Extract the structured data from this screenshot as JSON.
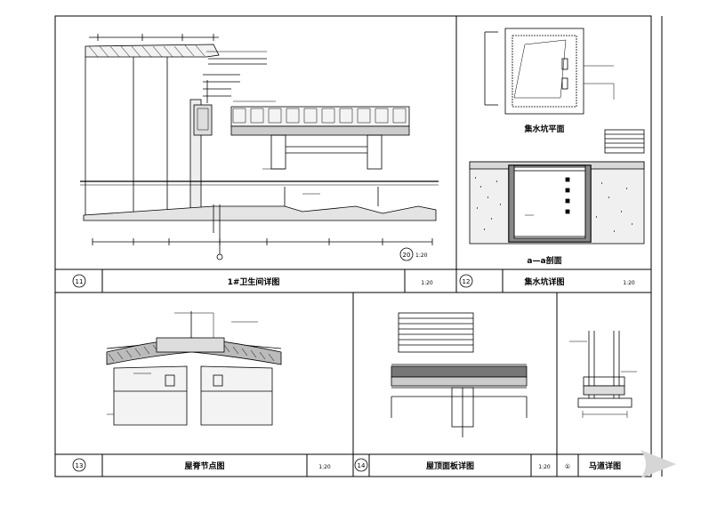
{
  "sheet": {
    "panels": [
      {
        "number": "11",
        "title": "1#卫生间详图",
        "scale": "1:20"
      },
      {
        "number": "12",
        "title": "集水坑详图",
        "scale": "1:20"
      },
      {
        "number": "13",
        "title": "屋脊节点图",
        "scale": "1:20"
      },
      {
        "number": "14",
        "title": "屋顶面板详图",
        "scale": "1:20"
      },
      {
        "number": "①",
        "title": "马道详图",
        "scale": ""
      }
    ],
    "subtitles": {
      "pit_plan": "集水坑平面",
      "pit_section": "a—a剖面"
    },
    "detail_callout": {
      "number": "20",
      "scale": "1:20"
    }
  }
}
